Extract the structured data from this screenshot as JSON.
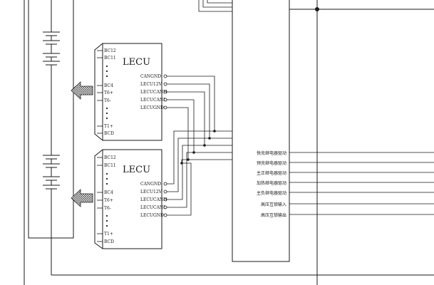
{
  "lecu_modules": [
    {
      "title": "LECU",
      "left_pins_top": [
        "BC12",
        "BC11"
      ],
      "left_pins_mid": [
        "BC4",
        "T6+",
        "T6-"
      ],
      "left_pins_bottom": [
        "T1+",
        "BCD"
      ],
      "right_pins": [
        "CANGND",
        "LECU12V",
        "LECUCANH",
        "LECUCANL",
        "LECUGND"
      ]
    },
    {
      "title": "LECU",
      "left_pins_top": [
        "BC12",
        "BC11"
      ],
      "left_pins_mid": [
        "BC4",
        "T6+",
        "T6-"
      ],
      "left_pins_bottom": [
        "T1+",
        "BCD"
      ],
      "right_pins": [
        "CANGND",
        "LECU12V",
        "LECUCANH",
        "LECUCANL",
        "LECUGND"
      ]
    }
  ],
  "controller_signals": [
    "快充继电器驱动",
    "预充继电器驱动",
    "主正继电器驱动",
    "加热继电器驱动",
    "主负继电器驱动",
    "高压互锁输入",
    "高压互锁输出"
  ]
}
